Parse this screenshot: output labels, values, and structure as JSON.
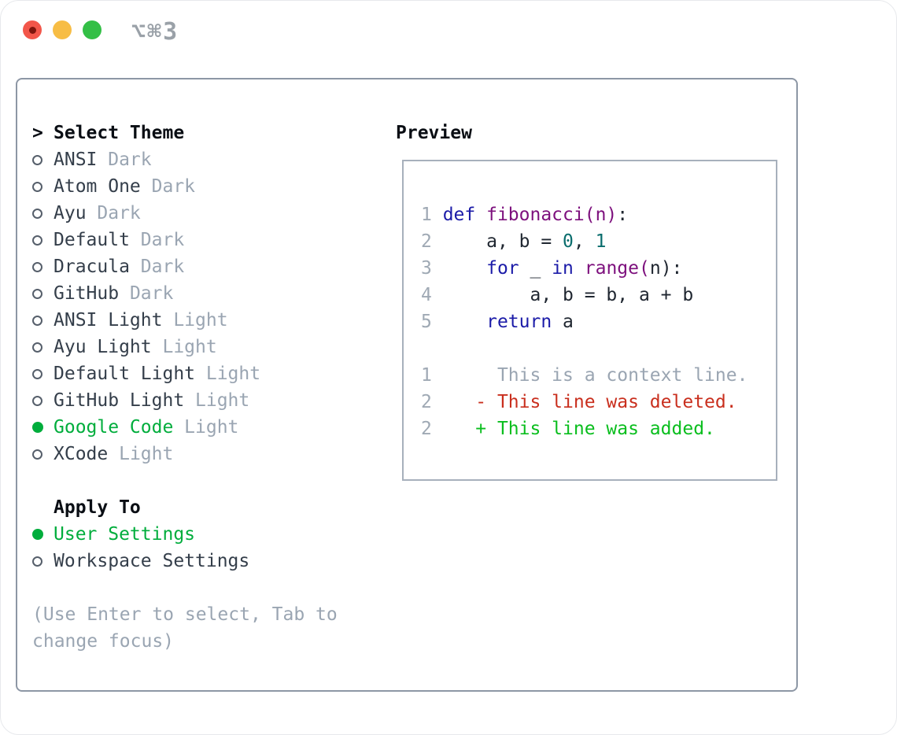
{
  "window": {
    "shortcut": "⌥⌘3",
    "traffic_lights": [
      "close",
      "minimize",
      "zoom"
    ]
  },
  "colors": {
    "accent_green": "#00ad3c",
    "diff_red": "#c92f1e",
    "diff_green": "#0abe1e",
    "keyword_blue": "#1b1ba8",
    "function_purple": "#7d107d",
    "number_teal": "#0a6d6d",
    "muted_gray": "#9aa5b2",
    "panel_border": "#8d97a5"
  },
  "theme_panel": {
    "header": {
      "prefix": ">",
      "label": "Select Theme"
    },
    "themes": [
      {
        "name": "ANSI",
        "variant": "Dark",
        "selected": false
      },
      {
        "name": "Atom One",
        "variant": "Dark",
        "selected": false
      },
      {
        "name": "Ayu",
        "variant": "Dark",
        "selected": false
      },
      {
        "name": "Default",
        "variant": "Dark",
        "selected": false
      },
      {
        "name": "Dracula",
        "variant": "Dark",
        "selected": false
      },
      {
        "name": "GitHub",
        "variant": "Dark",
        "selected": false
      },
      {
        "name": "ANSI Light",
        "variant": "Light",
        "selected": false
      },
      {
        "name": "Ayu Light",
        "variant": "Light",
        "selected": false
      },
      {
        "name": "Default Light",
        "variant": "Light",
        "selected": false
      },
      {
        "name": "GitHub Light",
        "variant": "Light",
        "selected": false
      },
      {
        "name": "Google Code",
        "variant": "Light",
        "selected": true
      },
      {
        "name": "XCode",
        "variant": "Light",
        "selected": false
      }
    ],
    "apply_to": {
      "label": "Apply To",
      "options": [
        {
          "name": "User Settings",
          "selected": true
        },
        {
          "name": "Workspace Settings",
          "selected": false
        }
      ]
    },
    "hint_lines": [
      "(Use Enter to select, Tab to",
      "change focus)"
    ]
  },
  "preview": {
    "label": "Preview",
    "code_lines": [
      {
        "num": "1",
        "tokens": [
          [
            "kw",
            "def "
          ],
          [
            "fn",
            "fibonacci(n)"
          ],
          [
            "pl",
            ":"
          ]
        ]
      },
      {
        "num": "2",
        "tokens": [
          [
            "pl",
            "    a, b = "
          ],
          [
            "num",
            "0"
          ],
          [
            "pl",
            ", "
          ],
          [
            "num",
            "1"
          ]
        ]
      },
      {
        "num": "3",
        "tokens": [
          [
            "pl",
            "    "
          ],
          [
            "kw",
            "for"
          ],
          [
            "pl",
            " _ "
          ],
          [
            "kw",
            "in"
          ],
          [
            "pl",
            " "
          ],
          [
            "fn",
            "range("
          ],
          [
            "pl",
            "n):"
          ]
        ]
      },
      {
        "num": "4",
        "tokens": [
          [
            "pl",
            "        a, b = b, a + b"
          ]
        ]
      },
      {
        "num": "5",
        "tokens": [
          [
            "pl",
            "    "
          ],
          [
            "kw",
            "return"
          ],
          [
            "pl",
            " a"
          ]
        ]
      }
    ],
    "diff_lines": [
      {
        "num": "1",
        "type": "context",
        "text": "     This is a context line."
      },
      {
        "num": "2",
        "type": "deleted",
        "text": "   - This line was deleted."
      },
      {
        "num": "2",
        "type": "added",
        "text": "   + This line was added."
      }
    ]
  }
}
